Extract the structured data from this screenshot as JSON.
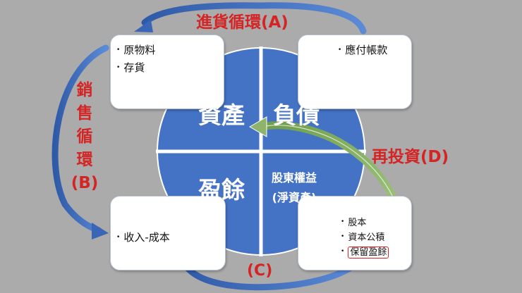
{
  "quadrants": {
    "assets": "資產",
    "liabilities": "負債",
    "retained": "盈餘",
    "equity_line1": "股東權益",
    "equity_line2": "(淨資產)"
  },
  "boxes": {
    "top_left": [
      "原物料",
      "存貨"
    ],
    "top_right": [
      "應付帳款"
    ],
    "bottom_left": [
      "收入-成本"
    ],
    "bottom_right": [
      "股本",
      "資本公積",
      "保留盈餘"
    ]
  },
  "labels": {
    "cycle_a": "進貨循環(A)",
    "cycle_b_chars": [
      "銷",
      "售",
      "循",
      "環",
      "(B)"
    ],
    "cycle_c": "(C)",
    "cycle_d": "再投資(D)"
  },
  "colors": {
    "circle": "#4472c4",
    "arrow_blue": "#4a76c8",
    "arrow_green": "#8db46a",
    "label_red": "#d42424",
    "highlight": "#e02020"
  }
}
